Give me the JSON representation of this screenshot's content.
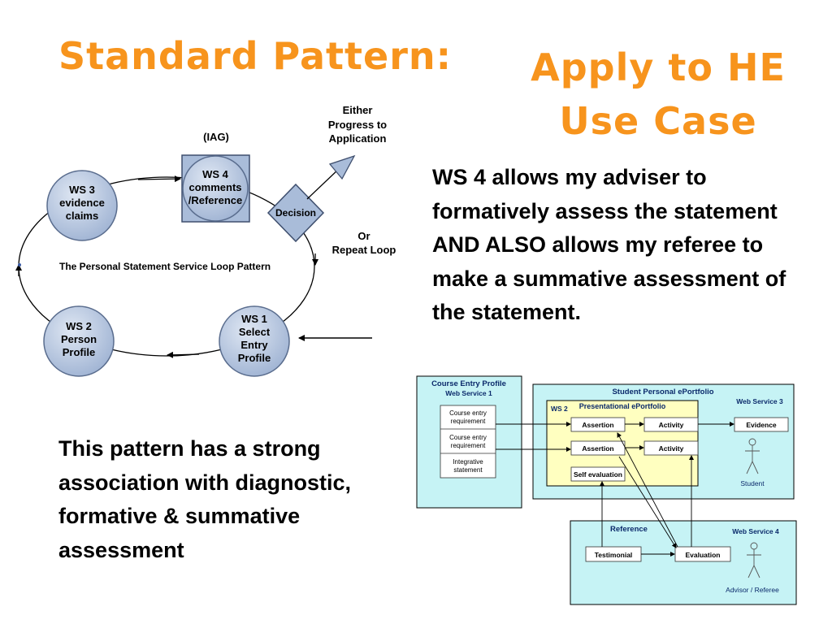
{
  "titles": {
    "standard": "Standard Pattern:",
    "apply": [
      "Apply to HE",
      "Use Case"
    ]
  },
  "paragraphs": {
    "right": "WS 4 allows my adviser to formatively assess the statement AND ALSO allows my referee to make a summative assessment of the statement.",
    "left": "This pattern has a strong association with diagnostic, formative & summative assessment"
  },
  "loop_diagram": {
    "caption": "The Personal Statement Service Loop Pattern",
    "iag": "(IAG)",
    "ws4": [
      "WS 4",
      "comments",
      "/Reference"
    ],
    "ws3": [
      "WS 3",
      "evidence",
      "claims"
    ],
    "ws2": [
      "WS 2",
      "Person",
      "Profile"
    ],
    "ws1": [
      "WS 1",
      "Select",
      "Entry",
      "Profile"
    ],
    "decision": "Decision",
    "either": [
      "Either",
      "Progress to",
      "Application"
    ],
    "or": [
      "Or",
      "Repeat Loop"
    ]
  },
  "portfolio_diagram": {
    "course_entry_title": "Course Entry Profile",
    "course_entry_sub": "Web Service 1",
    "course_items": [
      [
        "Course entry",
        "requirement"
      ],
      [
        "Course entry",
        "requirement"
      ],
      [
        "Integrative",
        "statement"
      ]
    ],
    "student_portfolio_title": "Student Personal ePortfolio",
    "ws3_label": "Web Service 3",
    "presentational_title": "Presentational ePortfolio",
    "ws2_label": "WS 2",
    "assertion_1": "Assertion",
    "assertion_2": "Assertion",
    "activity_1": "Activity",
    "activity_2": "Activity",
    "evidence": "Evidence",
    "self_evaluation": "Self evaluation",
    "student": "Student",
    "reference_title": "Reference",
    "ws4_label": "Web Service 4",
    "testimonial": "Testimonial",
    "evaluation": "Evaluation",
    "advisor": "Advisor / Referee"
  },
  "colors": {
    "title_orange": "#f7941d",
    "circle_fill": "#bccbe3",
    "cyan_panel": "#c6f3f5",
    "yellow_panel": "#ffffc0"
  }
}
